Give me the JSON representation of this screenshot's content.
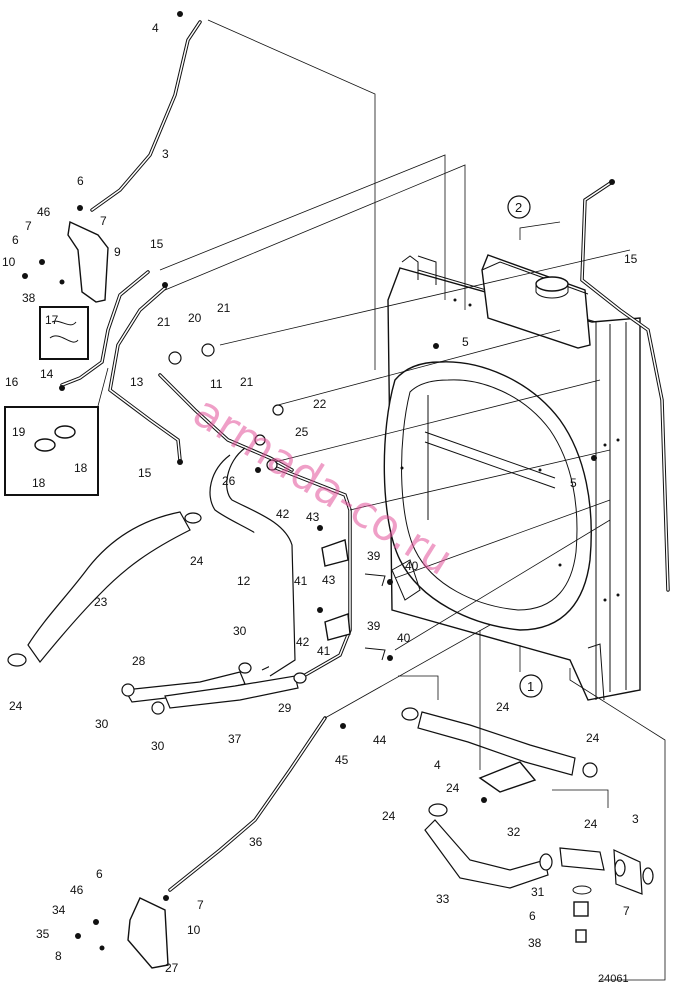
{
  "drawing_number": "24061",
  "watermark": "armada-co.ru",
  "circled_labels": [
    "2",
    "1"
  ],
  "part_labels": [
    "4",
    "3",
    "6",
    "7",
    "46",
    "7",
    "6",
    "9",
    "10",
    "38",
    "15",
    "17",
    "21",
    "20",
    "21",
    "5",
    "14",
    "13",
    "16",
    "11",
    "21",
    "22",
    "19",
    "18",
    "18",
    "25",
    "15",
    "26",
    "5",
    "42",
    "43",
    "24",
    "39",
    "40",
    "12",
    "41",
    "43",
    "23",
    "42",
    "39",
    "40",
    "41",
    "30",
    "28",
    "24",
    "30",
    "30",
    "29",
    "37",
    "24",
    "44",
    "4",
    "45",
    "24",
    "24",
    "24",
    "32",
    "24",
    "3",
    "36",
    "33",
    "31",
    "7",
    "46",
    "6",
    "34",
    "6",
    "7",
    "10",
    "35",
    "38",
    "8",
    "27",
    "15"
  ]
}
